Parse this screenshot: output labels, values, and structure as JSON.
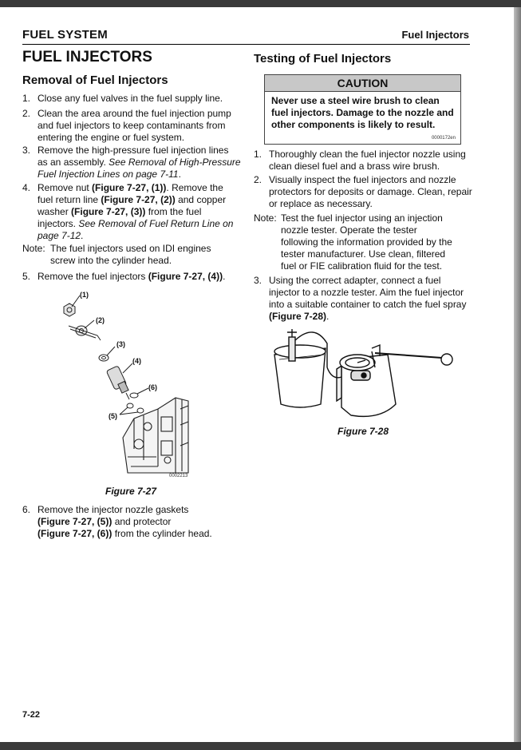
{
  "header": {
    "section": "FUEL SYSTEM",
    "topic": "Fuel Injectors"
  },
  "title": "FUEL INJECTORS",
  "left": {
    "heading": "Removal of Fuel Injectors",
    "steps": [
      {
        "num": "1.",
        "lines": [
          [
            {
              "t": "Close any fuel valves in the fuel supply line."
            }
          ]
        ]
      },
      {
        "num": "2.",
        "lines": [
          [
            {
              "t": "Clean the area around the fuel injection pump"
            }
          ],
          [
            {
              "t": "and fuel injectors to keep contaminants from"
            }
          ],
          [
            {
              "t": "entering the engine or fuel system."
            }
          ]
        ]
      },
      {
        "num": "3.",
        "lines": [
          [
            {
              "t": "Remove the high-pressure fuel injection lines"
            }
          ],
          [
            {
              "t": "as an assembly. "
            },
            {
              "t": "See Removal of High-Pressure",
              "i": true
            }
          ],
          [
            {
              "t": "Fuel Injection Lines on page 7-11",
              "i": true
            },
            {
              "t": "."
            }
          ]
        ]
      },
      {
        "num": "4.",
        "lines": [
          [
            {
              "t": "Remove nut "
            },
            {
              "t": "(Figure 7-27, (1))",
              "b": true
            },
            {
              "t": ". Remove the"
            }
          ],
          [
            {
              "t": "fuel return line "
            },
            {
              "t": "(Figure 7-27, (2))",
              "b": true
            },
            {
              "t": " and copper"
            }
          ],
          [
            {
              "t": "washer "
            },
            {
              "t": "(Figure 7-27, (3))",
              "b": true
            },
            {
              "t": " from the fuel"
            }
          ],
          [
            {
              "t": "injectors. "
            },
            {
              "t": "See Removal of Fuel Return Line on",
              "i": true
            }
          ],
          [
            {
              "t": "page 7-12",
              "i": true
            },
            {
              "t": "."
            }
          ]
        ]
      }
    ],
    "note": {
      "label": "Note:",
      "lines": [
        "The fuel injectors used on IDI engines",
        "screw into the cylinder head."
      ]
    },
    "step5": {
      "num": "5.",
      "lines": [
        [
          {
            "t": "Remove the fuel injectors "
          },
          {
            "t": "(Figure 7-27, (4))",
            "b": true
          },
          {
            "t": "."
          }
        ]
      ]
    },
    "figure": {
      "callouts": [
        "(1)",
        "(2)",
        "(3)",
        "(4)",
        "(6)",
        "(5)"
      ],
      "code": "0002213",
      "caption": "Figure 7-27"
    },
    "step6": {
      "num": "6.",
      "lines": [
        [
          {
            "t": "Remove the injector nozzle gaskets"
          }
        ],
        [
          {
            "t": "(Figure 7-27, (5))",
            "b": true
          },
          {
            "t": " and protector"
          }
        ],
        [
          {
            "t": "(Figure 7-27, (6))",
            "b": true
          },
          {
            "t": " from the cylinder head."
          }
        ]
      ]
    }
  },
  "right": {
    "heading": "Testing of Fuel Injectors",
    "caution": {
      "title": "CAUTION",
      "lines": [
        "Never use a steel wire brush to clean",
        "fuel injectors. Damage to the nozzle and",
        "other components is likely to result."
      ],
      "code": "0000172en"
    },
    "steps": [
      {
        "num": "1.",
        "lines": [
          [
            {
              "t": "Thoroughly clean the fuel injector nozzle using"
            }
          ],
          [
            {
              "t": "clean diesel fuel and a brass wire brush."
            }
          ]
        ]
      },
      {
        "num": "2.",
        "lines": [
          [
            {
              "t": "Visually inspect the fuel injectors and nozzle"
            }
          ],
          [
            {
              "t": "protectors for deposits or damage. Clean, repair"
            }
          ],
          [
            {
              "t": "or replace as necessary."
            }
          ]
        ]
      }
    ],
    "note": {
      "label": "Note:",
      "lines": [
        "Test the fuel injector using an injection",
        "nozzle tester. Operate the tester",
        "following the information provided by the",
        "tester manufacturer. Use clean, filtered",
        "fuel or FIE calibration fluid for the test."
      ]
    },
    "step3": {
      "num": "3.",
      "lines": [
        [
          {
            "t": "Using the correct adapter, connect a fuel"
          }
        ],
        [
          {
            "t": "injector to a nozzle tester. Aim the fuel injector"
          }
        ],
        [
          {
            "t": "into a suitable container to catch the fuel spray"
          }
        ],
        [
          {
            "t": "(Figure 7-28)",
            "b": true
          },
          {
            "t": "."
          }
        ]
      ]
    },
    "figure": {
      "caption": "Figure 7-28"
    }
  },
  "footer": {
    "page": "7-22"
  }
}
